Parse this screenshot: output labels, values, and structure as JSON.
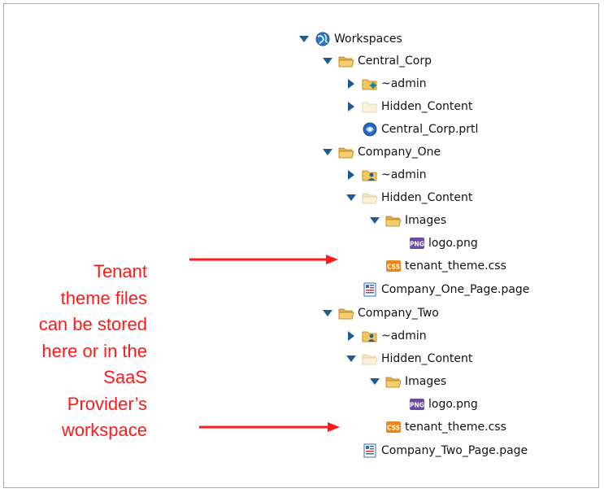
{
  "tree": {
    "root": "Workspaces",
    "central_corp": {
      "label": "Central_Corp",
      "admin": "~admin",
      "hidden": "Hidden_Content",
      "portal": "Central_Corp.prtl"
    },
    "company_one": {
      "label": "Company_One",
      "admin": "~admin",
      "hidden": "Hidden_Content",
      "images": "Images",
      "logo": "logo.png",
      "theme": "tenant_theme.css",
      "page": "Company_One_Page.page"
    },
    "company_two": {
      "label": "Company_Two",
      "admin": "~admin",
      "hidden": "Hidden_Content",
      "images": "Images",
      "logo": "logo.png",
      "theme": "tenant_theme.css",
      "page": "Company_Two_Page.page"
    }
  },
  "annotation": {
    "lines": [
      "Tenant",
      "theme files",
      "can be stored",
      "here or in the",
      "SaaS",
      "Provider’s",
      "workspace"
    ],
    "color": "#ff1a1a"
  },
  "icons": {
    "png_badge": "PNG",
    "css_badge": "CSS"
  }
}
